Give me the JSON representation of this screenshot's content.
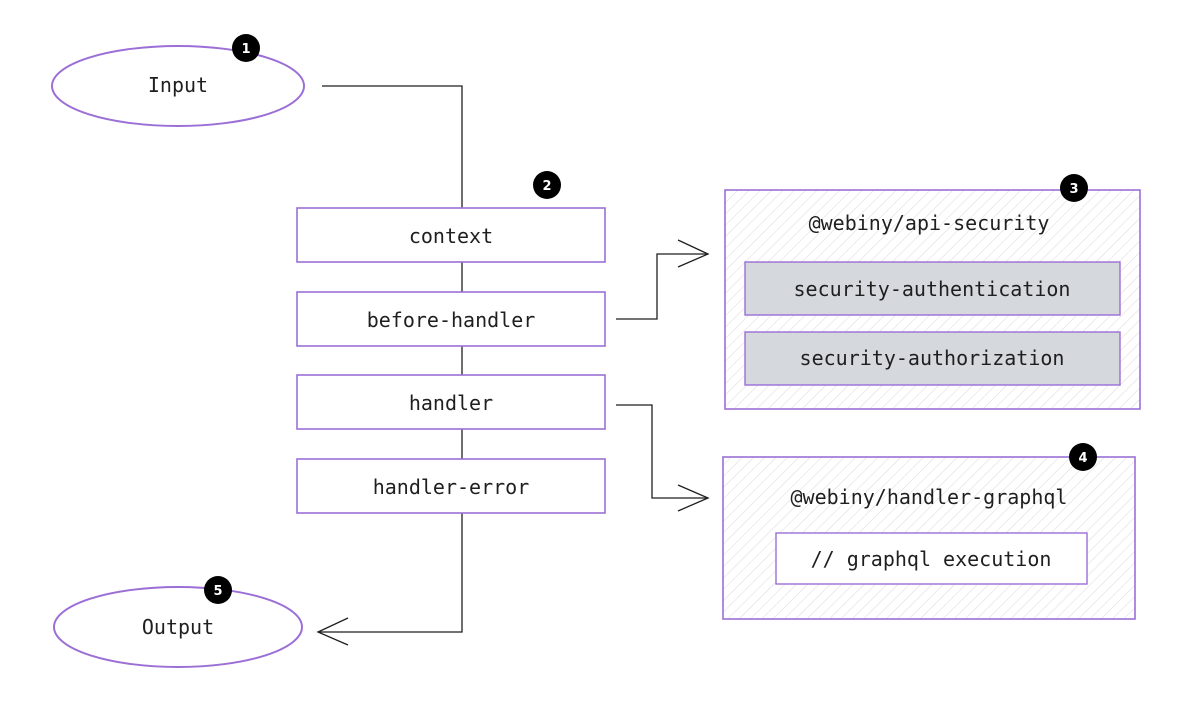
{
  "colors": {
    "accent": "#9b6fd6",
    "line": "#1f1f1f",
    "inner_fill": "#d5d8dd",
    "badge": "#000000",
    "hatch": "#d9d9d9"
  },
  "input": {
    "label": "Input",
    "badge": "1"
  },
  "output": {
    "label": "Output",
    "badge": "5"
  },
  "pipeline": {
    "badge": "2",
    "steps": [
      {
        "label": "context"
      },
      {
        "label": "before-handler"
      },
      {
        "label": "handler"
      },
      {
        "label": "handler-error"
      }
    ]
  },
  "security_group": {
    "title": "@webiny/api-security",
    "badge": "3",
    "items": [
      {
        "label": "security-authentication"
      },
      {
        "label": "security-authorization"
      }
    ]
  },
  "graphql_group": {
    "title": "@webiny/handler-graphql",
    "badge": "4",
    "items": [
      {
        "label": "// graphql execution"
      }
    ]
  }
}
